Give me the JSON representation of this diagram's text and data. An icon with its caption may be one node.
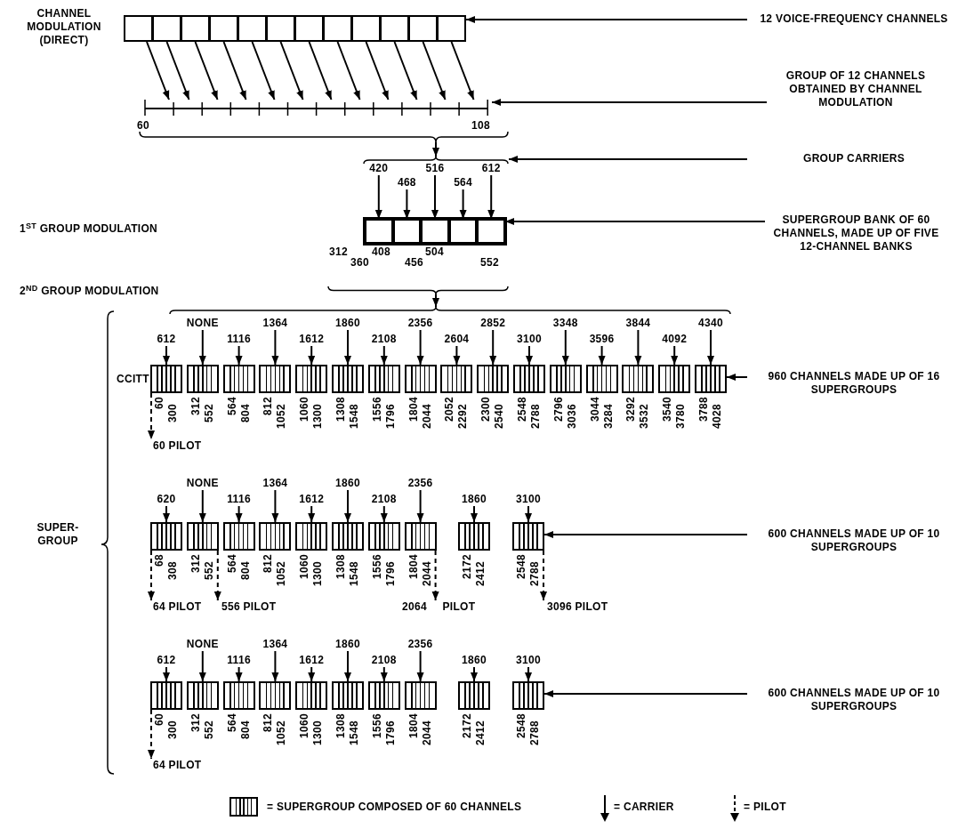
{
  "diagram": {
    "nodes": [
      {
        "text": [],
        "shape": "box"
      },
      {
        "text": [],
        "shape": "box"
      },
      {
        "text": [],
        "shape": "box"
      },
      {
        "text": [],
        "shape": "box"
      },
      {
        "text": [],
        "shape": "box"
      },
      {
        "text": [],
        "shape": "box"
      },
      {
        "text": [],
        "shape": "box"
      },
      {
        "text": [],
        "shape": "box"
      },
      {
        "text": [],
        "shape": "box"
      },
      {
        "text": [],
        "shape": "box"
      },
      {
        "text": [],
        "shape": "box"
      },
      {
        "text": [],
        "shape": "box"
      },
      {
        "text": [
          "12 VOICE-FREQUENCY CHANNELS"
        ]
      },
      {
        "text": [],
        "shape": "bar",
        "beside": [
          "60",
          "108"
        ]
      },
      {
        "text": [
          "GROUP OF 12 CHANNELS OBTAINED BY CHANNEL MODULATION"
        ]
      },
      {
        "text": [
          "GROUP CARRIERS"
        ]
      },
      {
        "text": [
          "420"
        ]
      },
      {
        "text": [
          "468"
        ]
      },
      {
        "text": [
          "516"
        ]
      },
      {
        "text": [
          "564"
        ]
      },
      {
        "text": [
          "612"
        ]
      },
      {
        "text": [],
        "shape": "box",
        "beside": [
          "312",
          "408",
          "504",
          "360",
          "456",
          "552"
        ]
      },
      {
        "text": [],
        "shape": "box",
        "in": 21
      },
      {
        "text": [],
        "shape": "box",
        "in": 21
      },
      {
        "text": [],
        "shape": "box",
        "in": 21
      },
      {
        "text": [],
        "shape": "box",
        "in": 21
      },
      {
        "text": [],
        "shape": "box",
        "in": 21
      },
      {
        "text": [
          "SUPERGROUP BANK OF 60 CHANNELS, MADE UP OF FIVE 12-CHANNEL BANKS"
        ]
      },
      {
        "text": [
          "612"
        ]
      },
      {
        "text": [
          "NONE"
        ]
      },
      {
        "text": [
          "1116"
        ]
      },
      {
        "text": [
          "1364"
        ]
      },
      {
        "text": [
          "1612"
        ]
      },
      {
        "text": [
          "1860"
        ]
      },
      {
        "text": [
          "2108"
        ]
      },
      {
        "text": [
          "2356"
        ]
      },
      {
        "text": [
          "2604"
        ]
      },
      {
        "text": [
          "2852"
        ]
      },
      {
        "text": [
          "3100"
        ]
      },
      {
        "text": [
          "3348"
        ]
      },
      {
        "text": [
          "3596"
        ]
      },
      {
        "text": [
          "3844"
        ]
      },
      {
        "text": [
          "4092"
        ]
      },
      {
        "text": [
          "4340"
        ]
      },
      {
        "text": [],
        "shape": "box",
        "beside": [
          "60",
          "300"
        ]
      },
      {
        "text": [],
        "shape": "box",
        "beside": [
          "312",
          "552"
        ]
      },
      {
        "text": [],
        "shape": "box",
        "beside": [
          "564",
          "804"
        ]
      },
      {
        "text": [],
        "shape": "box",
        "beside": [
          "812",
          "1052"
        ]
      },
      {
        "text": [],
        "shape": "box",
        "beside": [
          "1060",
          "1300"
        ]
      },
      {
        "text": [],
        "shape": "box",
        "beside": [
          "1308",
          "1548"
        ]
      },
      {
        "text": [],
        "shape": "box",
        "beside": [
          "1556",
          "1796"
        ]
      },
      {
        "text": [],
        "shape": "box",
        "beside": [
          "1804",
          "2044"
        ]
      },
      {
        "text": [],
        "shape": "box",
        "beside": [
          "2052",
          "2292"
        ]
      },
      {
        "text": [],
        "shape": "box",
        "beside": [
          "2300",
          "2540"
        ]
      },
      {
        "text": [],
        "shape": "box",
        "beside": [
          "2548",
          "2788"
        ]
      },
      {
        "text": [],
        "shape": "box",
        "beside": [
          "2796",
          "3036"
        ]
      },
      {
        "text": [],
        "shape": "box",
        "beside": [
          "3044",
          "3284"
        ]
      },
      {
        "text": [],
        "shape": "box",
        "beside": [
          "3292",
          "3532"
        ]
      },
      {
        "text": [],
        "shape": "box",
        "beside": [
          "3540",
          "3780"
        ]
      },
      {
        "text": [],
        "shape": "box",
        "beside": [
          "3788",
          "4028"
        ]
      },
      {
        "text": [
          "60 PILOT"
        ]
      },
      {
        "text": [
          "960 CHANNELS MADE UP OF 16 SUPERGROUPS"
        ]
      },
      {
        "text": [
          "620"
        ]
      },
      {
        "text": [
          "NONE"
        ]
      },
      {
        "text": [
          "1116"
        ]
      },
      {
        "text": [
          "1364"
        ]
      },
      {
        "text": [
          "1612"
        ]
      },
      {
        "text": [
          "1860"
        ]
      },
      {
        "text": [
          "2108"
        ]
      },
      {
        "text": [
          "2356"
        ]
      },
      {
        "text": [
          "1860"
        ]
      },
      {
        "text": [
          "3100"
        ]
      },
      {
        "text": [],
        "shape": "box",
        "beside": [
          "68",
          "308"
        ]
      },
      {
        "text": [],
        "shape": "box",
        "beside": [
          "312",
          "552"
        ]
      },
      {
        "text": [],
        "shape": "box",
        "beside": [
          "564",
          "804"
        ]
      },
      {
        "text": [],
        "shape": "box",
        "beside": [
          "812",
          "1052"
        ]
      },
      {
        "text": [],
        "shape": "box",
        "beside": [
          "1060",
          "1300"
        ]
      },
      {
        "text": [],
        "shape": "box",
        "beside": [
          "1308",
          "1548"
        ]
      },
      {
        "text": [],
        "shape": "box",
        "beside": [
          "1556",
          "1796"
        ]
      },
      {
        "text": [],
        "shape": "box",
        "beside": [
          "1804",
          "2044"
        ]
      },
      {
        "text": [],
        "shape": "box",
        "beside": [
          "2172",
          "2412"
        ]
      },
      {
        "text": [],
        "shape": "box",
        "beside": [
          "2548",
          "2788"
        ]
      },
      {
        "text": [
          "64 PILOT"
        ]
      },
      {
        "text": [
          "556 PILOT"
        ]
      },
      {
        "text": [
          "2064 PILOT"
        ]
      },
      {
        "text": [
          "3096 PILOT"
        ]
      },
      {
        "text": [
          "600 CHANNELS MADE UP OF 10 SUPERGROUPS"
        ]
      },
      {
        "text": [
          "612"
        ]
      },
      {
        "text": [
          "NONE"
        ]
      },
      {
        "text": [
          "1116"
        ]
      },
      {
        "text": [
          "1364"
        ]
      },
      {
        "text": [
          "1612"
        ]
      },
      {
        "text": [
          "1860"
        ]
      },
      {
        "text": [
          "2108"
        ]
      },
      {
        "text": [
          "2356"
        ]
      },
      {
        "text": [
          "1860"
        ]
      },
      {
        "text": [
          "3100"
        ]
      },
      {
        "text": [],
        "shape": "box",
        "beside": [
          "60",
          "300"
        ]
      },
      {
        "text": [],
        "shape": "box",
        "beside": [
          "312",
          "552"
        ]
      },
      {
        "text": [],
        "shape": "box",
        "beside": [
          "564",
          "804"
        ]
      },
      {
        "text": [],
        "shape": "box",
        "beside": [
          "812",
          "1052"
        ]
      },
      {
        "text": [],
        "shape": "box",
        "beside": [
          "1060",
          "1300"
        ]
      },
      {
        "text": [],
        "shape": "box",
        "beside": [
          "1308",
          "1548"
        ]
      },
      {
        "text": [],
        "shape": "box",
        "beside": [
          "1556",
          "1796"
        ]
      },
      {
        "text": [],
        "shape": "box",
        "beside": [
          "1804",
          "2044"
        ]
      },
      {
        "text": [],
        "shape": "box",
        "beside": [
          "2172",
          "2412"
        ]
      },
      {
        "text": [],
        "shape": "box",
        "beside": [
          "2548",
          "2788"
        ]
      },
      {
        "text": [
          "64 PILOT"
        ]
      },
      {
        "text": [
          "600 CHANNELS MADE UP OF 10 SUPERGROUPS"
        ]
      },
      {
        "text": [],
        "shape": "brace"
      },
      {
        "text": [],
        "shape": "brace"
      },
      {
        "text": [],
        "shape": "brace"
      },
      {
        "text": [],
        "shape": "brace"
      }
    ],
    "edges": [
      {
        "from": 0,
        "to": 13,
        "arrow": "to"
      },
      {
        "from": 1,
        "to": 13,
        "arrow": "to"
      },
      {
        "from": 2,
        "to": 13,
        "arrow": "to"
      },
      {
        "from": 3,
        "to": 13,
        "arrow": "to"
      },
      {
        "from": 4,
        "to": 13,
        "arrow": "to"
      },
      {
        "from": 5,
        "to": 13,
        "arrow": "to"
      },
      {
        "from": 6,
        "to": 13,
        "arrow": "to"
      },
      {
        "from": 7,
        "to": 13,
        "arrow": "to"
      },
      {
        "from": 8,
        "to": 13,
        "arrow": "to"
      },
      {
        "from": 9,
        "to": 13,
        "arrow": "to"
      },
      {
        "from": 10,
        "to": 13,
        "arrow": "to"
      },
      {
        "from": 11,
        "to": 13,
        "arrow": "to"
      },
      {
        "from": 12,
        "to": 11,
        "arrow": "to"
      },
      {
        "from": 14,
        "to": 13,
        "arrow": "to"
      },
      {
        "from": 15,
        "to": 110,
        "arrow": "to"
      },
      {
        "from": 16,
        "to": 22,
        "arrow": "to"
      },
      {
        "from": 17,
        "to": 23,
        "arrow": "to"
      },
      {
        "from": 18,
        "to": 24,
        "arrow": "to"
      },
      {
        "from": 19,
        "to": 25,
        "arrow": "to"
      },
      {
        "from": 20,
        "to": 26,
        "arrow": "to"
      },
      {
        "from": 27,
        "to": 21,
        "arrow": "to"
      },
      {
        "from": 28,
        "to": 44,
        "arrow": "to"
      },
      {
        "from": 29,
        "to": 45,
        "arrow": "to"
      },
      {
        "from": 30,
        "to": 46,
        "arrow": "to"
      },
      {
        "from": 31,
        "to": 47,
        "arrow": "to"
      },
      {
        "from": 32,
        "to": 48,
        "arrow": "to"
      },
      {
        "from": 33,
        "to": 49,
        "arrow": "to"
      },
      {
        "from": 34,
        "to": 50,
        "arrow": "to"
      },
      {
        "from": 35,
        "to": 51,
        "arrow": "to"
      },
      {
        "from": 36,
        "to": 52,
        "arrow": "to"
      },
      {
        "from": 37,
        "to": 53,
        "arrow": "to"
      },
      {
        "from": 38,
        "to": 54,
        "arrow": "to"
      },
      {
        "from": 39,
        "to": 55,
        "arrow": "to"
      },
      {
        "from": 40,
        "to": 56,
        "arrow": "to"
      },
      {
        "from": 41,
        "to": 57,
        "arrow": "to"
      },
      {
        "from": 42,
        "to": 58,
        "arrow": "to"
      },
      {
        "from": 43,
        "to": 59,
        "arrow": "to"
      },
      {
        "from": 44,
        "to": 60,
        "arrow": "to",
        "style": "dashed"
      },
      {
        "from": 61,
        "to": 59,
        "arrow": "to"
      },
      {
        "from": 62,
        "to": 72,
        "arrow": "to"
      },
      {
        "from": 63,
        "to": 73,
        "arrow": "to"
      },
      {
        "from": 64,
        "to": 74,
        "arrow": "to"
      },
      {
        "from": 65,
        "to": 75,
        "arrow": "to"
      },
      {
        "from": 66,
        "to": 76,
        "arrow": "to"
      },
      {
        "from": 67,
        "to": 77,
        "arrow": "to"
      },
      {
        "from": 68,
        "to": 78,
        "arrow": "to"
      },
      {
        "from": 69,
        "to": 79,
        "arrow": "to"
      },
      {
        "from": 70,
        "to": 80,
        "arrow": "to"
      },
      {
        "from": 71,
        "to": 81,
        "arrow": "to"
      },
      {
        "from": 72,
        "to": 82,
        "arrow": "to",
        "style": "dashed"
      },
      {
        "from": 73,
        "to": 83,
        "arrow": "to",
        "style": "dashed"
      },
      {
        "from": 79,
        "to": 84,
        "arrow": "to",
        "style": "dashed"
      },
      {
        "from": 81,
        "to": 85,
        "arrow": "to",
        "style": "dashed"
      },
      {
        "from": 86,
        "to": 81,
        "arrow": "to"
      },
      {
        "from": 87,
        "to": 97,
        "arrow": "to"
      },
      {
        "from": 88,
        "to": 98,
        "arrow": "to"
      },
      {
        "from": 89,
        "to": 99,
        "arrow": "to"
      },
      {
        "from": 90,
        "to": 100,
        "arrow": "to"
      },
      {
        "from": 91,
        "to": 101,
        "arrow": "to"
      },
      {
        "from": 92,
        "to": 102,
        "arrow": "to"
      },
      {
        "from": 93,
        "to": 103,
        "arrow": "to"
      },
      {
        "from": 94,
        "to": 104,
        "arrow": "to"
      },
      {
        "from": 95,
        "to": 105,
        "arrow": "to"
      },
      {
        "from": 96,
        "to": 106,
        "arrow": "to"
      },
      {
        "from": 97,
        "to": 107,
        "arrow": "to",
        "style": "dashed"
      },
      {
        "from": 108,
        "to": 106,
        "arrow": "to"
      },
      {
        "from": 109,
        "to": 110,
        "arrow": "to"
      },
      {
        "from": 111,
        "to": 112,
        "arrow": "to"
      }
    ],
    "labels": [
      "CHANNEL MODULATION (DIRECT)",
      "1$^{ST}$ GROUP MODULATION",
      "2$^{ND}$ GROUP MODULATION",
      "SUPER- GROUP",
      "CCITT"
    ],
    "legend": [
      {
        "text": "= SUPERGROUP COMPOSED OF 60 CHANNELS"
      },
      {
        "text": "= CARRIER"
      },
      {
        "text": "= PILOT"
      }
    ]
  }
}
